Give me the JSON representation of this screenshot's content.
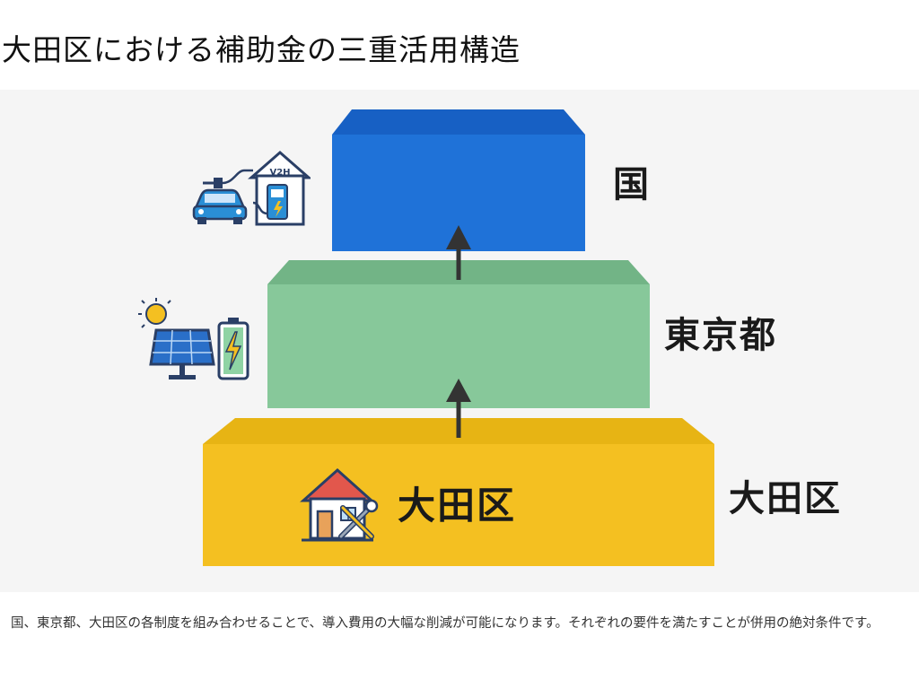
{
  "title": "大田区における補助金の三重活用構造",
  "tiers": [
    {
      "label": "国",
      "icon": "v2h-charger-car-icon",
      "color": "#1f72d8"
    },
    {
      "label": "東京都",
      "icon": "solar-panel-battery-icon",
      "color": "#87c89a"
    },
    {
      "label": "大田区",
      "icon": "house-repair-icon",
      "color": "#f4c021"
    }
  ],
  "icon_texts": {
    "v2h": "V2H"
  },
  "caption": "国、東京都、大田区の各制度を組み合わせることで、導入費用の大幅な削減が可能になります。それぞれの要件を満たすことが併用の絶対条件です。"
}
